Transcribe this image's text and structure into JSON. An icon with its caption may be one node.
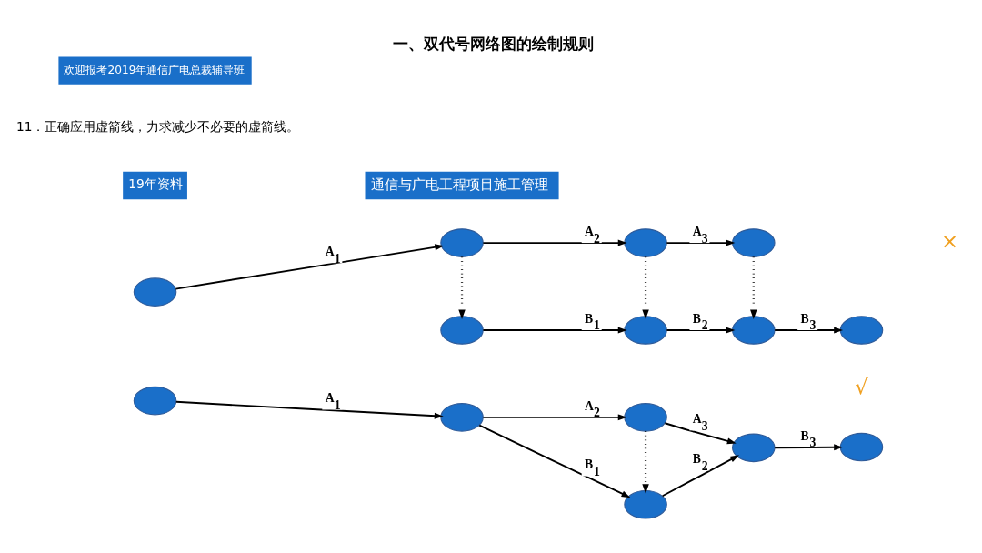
{
  "diagram": {
    "title": "一、双代号网络图的绘制规则",
    "nodes": [
      {
        "text": [],
        "shape": "ellipse"
      },
      {
        "text": [],
        "shape": "ellipse"
      },
      {
        "text": [],
        "shape": "ellipse"
      },
      {
        "text": [],
        "shape": "ellipse"
      },
      {
        "text": [],
        "shape": "ellipse"
      },
      {
        "text": [],
        "shape": "ellipse"
      },
      {
        "text": [],
        "shape": "ellipse"
      },
      {
        "text": [],
        "shape": "ellipse"
      },
      {
        "text": [],
        "shape": "ellipse"
      },
      {
        "text": [],
        "shape": "ellipse"
      },
      {
        "text": [],
        "shape": "ellipse"
      },
      {
        "text": [],
        "shape": "ellipse"
      },
      {
        "text": [],
        "shape": "ellipse"
      },
      {
        "text": [],
        "shape": "ellipse"
      }
    ],
    "edges": [
      {
        "from": 0,
        "to": 1,
        "arrow": "to",
        "label": "A$_{1}$"
      },
      {
        "from": 1,
        "to": 2,
        "arrow": "to",
        "label": "A$_{2}$"
      },
      {
        "from": 2,
        "to": 3,
        "arrow": "to",
        "label": "A$_{3}$"
      },
      {
        "from": 1,
        "to": 4,
        "arrow": "to",
        "style": "dashed"
      },
      {
        "from": 2,
        "to": 5,
        "arrow": "to",
        "style": "dashed"
      },
      {
        "from": 3,
        "to": 6,
        "arrow": "to",
        "style": "dashed"
      },
      {
        "from": 4,
        "to": 5,
        "arrow": "to",
        "label": "B$_{1}$"
      },
      {
        "from": 5,
        "to": 6,
        "arrow": "to",
        "label": "B$_{2}$"
      },
      {
        "from": 6,
        "to": 7,
        "arrow": "to",
        "label": "B$_{3}$"
      },
      {
        "from": 8,
        "to": 9,
        "arrow": "to",
        "label": "A$_{1}$"
      },
      {
        "from": 9,
        "to": 10,
        "arrow": "to",
        "label": "A$_{2}$"
      },
      {
        "from": 10,
        "to": 12,
        "arrow": "to",
        "label": "A$_{3}$"
      },
      {
        "from": 9,
        "to": 11,
        "arrow": "to",
        "label": "B$_{1}$"
      },
      {
        "from": 10,
        "to": 11,
        "arrow": "to",
        "style": "dashed"
      },
      {
        "from": 11,
        "to": 12,
        "arrow": "to",
        "label": "B$_{2}$"
      },
      {
        "from": 12,
        "to": 13,
        "arrow": "to",
        "label": "B$_{3}$"
      }
    ],
    "labels": [
      "19年资料",
      "通信与广电工程项目施工管理",
      "11．正确应用虚箭线，力求减少不必要的虚箭线。",
      "×",
      "√",
      "欢迎报考2019年通信广电总裁辅导班"
    ]
  }
}
